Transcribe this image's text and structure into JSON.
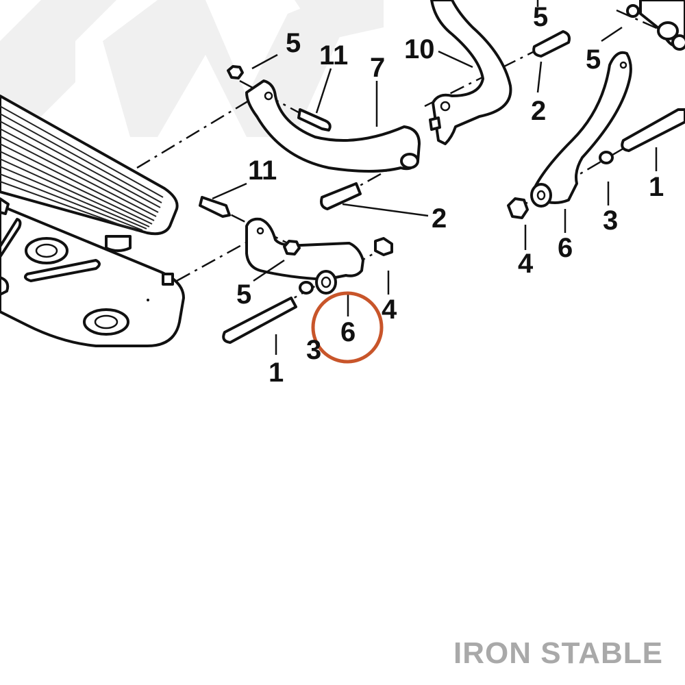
{
  "diagram": {
    "callouts": {
      "c5_top": "5",
      "c11_top": "11",
      "c7": "7",
      "c10": "10",
      "c5_far_top": "5",
      "c2_right": "2",
      "c5_right": "5",
      "c11_mid": "11",
      "c2_mid": "2",
      "c1_right": "1",
      "c3_right": "3",
      "c4_right": "4",
      "c6_right": "6",
      "c5_mid": "5",
      "c4_mid": "4",
      "c6_highlight": "6",
      "c3_mid": "3",
      "c1_mid": "1"
    },
    "highlight_color": "#c8552a",
    "watermark": "IRON STABLE",
    "watermark_color": "#a9a9a9",
    "bg_watermark_color": "#f0f0f0"
  }
}
